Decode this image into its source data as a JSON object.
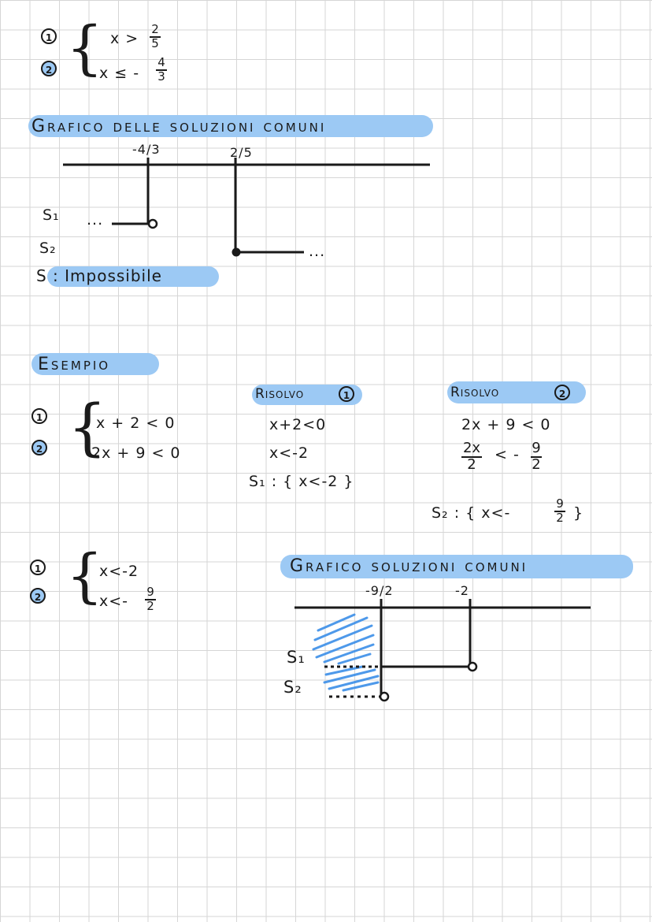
{
  "system1": {
    "n1": "1",
    "n2": "2",
    "ineq1_lhs": "x >",
    "ineq1_num": "2",
    "ineq1_den": "5",
    "ineq2_lhs": "x ≤ -",
    "ineq2_num": "4",
    "ineq2_den": "3"
  },
  "graph1": {
    "title": "Grafico delle soluzioni comuni",
    "tick1": "-4/3",
    "tick2": "2/5",
    "s1": "S₁",
    "s2": "S₂",
    "dots1": "...",
    "dots2": "...",
    "result": "S : Impossibile"
  },
  "esempio": {
    "title": "Esempio",
    "n1": "1",
    "n2": "2",
    "eq1": "x + 2 < 0",
    "eq2": "2x + 9 < 0",
    "risolvo1": {
      "title": "Risolvo",
      "n": "1",
      "line1": "x+2<0",
      "line2": "x<-2",
      "sol": "S₁ : { x<-2 }"
    },
    "risolvo2": {
      "title": "Risolvo",
      "n": "2",
      "line1": "2x + 9 < 0",
      "line2_num": "2x",
      "line2_den": "2",
      "line2_rel": "< -",
      "line2_rnum": "9",
      "line2_rden": "2",
      "sol_lhs": "S₂ : { x<-",
      "sol_num": "9",
      "sol_den": "2",
      "sol_rhs": "}"
    }
  },
  "system2": {
    "n1": "1",
    "n2": "2",
    "ineq1": "x<-2",
    "ineq2_lhs": "x<-",
    "ineq2_num": "9",
    "ineq2_den": "2"
  },
  "graph2": {
    "title": "Grafico soluzioni comuni",
    "tick1": "-9/2",
    "tick2": "-2",
    "s1": "S₁",
    "s2": "S₂"
  },
  "colors": {
    "highlight": "#9cc9f4",
    "shade": "#3b8fe8",
    "ink": "#1a1a1a"
  }
}
